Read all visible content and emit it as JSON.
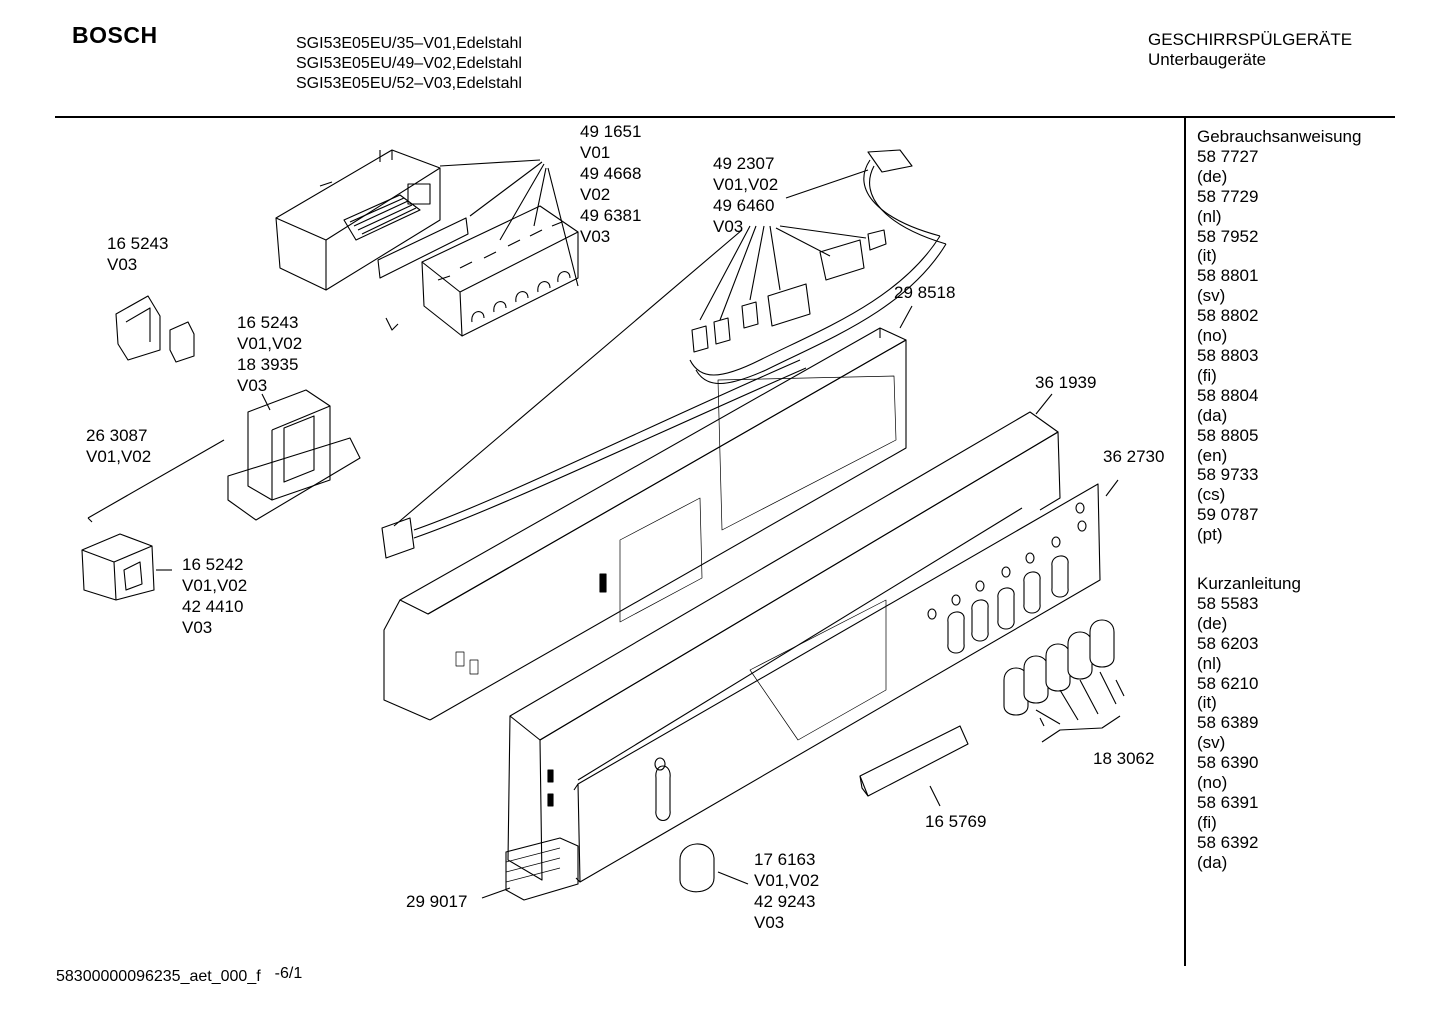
{
  "header": {
    "brand": "BOSCH",
    "models": [
      "SGI53E05EU/35–V01,Edelstahl",
      "SGI53E05EU/49–V02,Edelstahl",
      "SGI53E05EU/52–V03,Edelstahl"
    ],
    "category": "GESCHIRRSPÜLGERÄTE",
    "subcategory": "Unterbaugeräte"
  },
  "documents": {
    "manual_title": "Gebrauchsanweisung",
    "manuals": [
      {
        "number": "58 7727",
        "lang": "(de)"
      },
      {
        "number": "58 7729",
        "lang": "(nl)"
      },
      {
        "number": "58 7952",
        "lang": "(it)"
      },
      {
        "number": "58 8801",
        "lang": "(sv)"
      },
      {
        "number": "58 8802",
        "lang": "(no)"
      },
      {
        "number": "58 8803",
        "lang": "(fi)"
      },
      {
        "number": "58 8804",
        "lang": "(da)"
      },
      {
        "number": "58 8805",
        "lang": "(en)"
      },
      {
        "number": "58 9733",
        "lang": "(cs)"
      },
      {
        "number": "59 0787",
        "lang": "(pt)"
      }
    ],
    "quick_title": "Kurzanleitung",
    "quick": [
      {
        "number": "58 5583",
        "lang": "(de)"
      },
      {
        "number": "58 6203",
        "lang": "(nl)"
      },
      {
        "number": "58 6210",
        "lang": "(it)"
      },
      {
        "number": "58 6389",
        "lang": "(sv)"
      },
      {
        "number": "58 6390",
        "lang": "(no)"
      },
      {
        "number": "58 6391",
        "lang": "(fi)"
      },
      {
        "number": "58 6392",
        "lang": "(da)"
      }
    ]
  },
  "callouts": {
    "pcb": [
      "49 1651",
      "V01",
      "49 4668",
      "V02",
      "49 6381",
      "V03"
    ],
    "harness": [
      "49 2307",
      "V01,V02",
      "49 6460",
      "V03"
    ],
    "switch_cover": [
      "16 5243",
      "V03"
    ],
    "switch_holder": [
      "16 5243",
      "V01,V02",
      "18 3935",
      "V03"
    ],
    "rod": [
      "26 3087",
      "V01,V02"
    ],
    "main_switch": [
      "16 5242",
      "V01,V02",
      "42 4410",
      "V03"
    ],
    "panel_frame": [
      "29 8518"
    ],
    "panel_cover": [
      "36 1939"
    ],
    "fascia": [
      "36 2730"
    ],
    "buttons": [
      "18 3062"
    ],
    "display_window": [
      "16 5769"
    ],
    "handle_button": [
      "17 6163",
      "V01,V02",
      "42 9243",
      "V03"
    ],
    "panel_front": [
      "29 9017"
    ]
  },
  "footer": {
    "code": "58300000096235_aet_000_f",
    "page": "-6/1"
  }
}
